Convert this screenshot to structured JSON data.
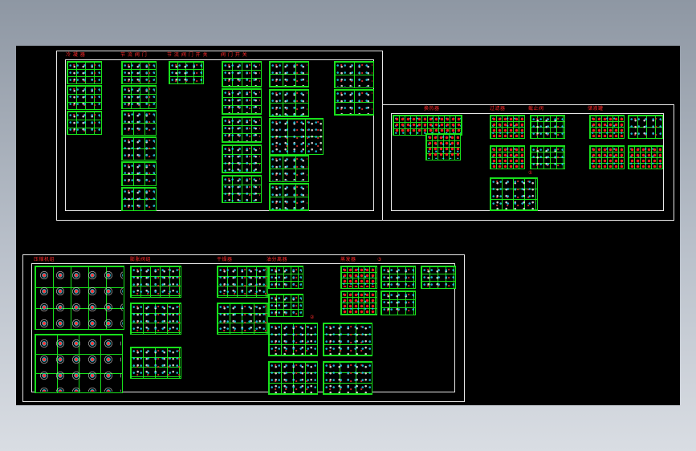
{
  "window": {
    "title": "",
    "background": "#000000",
    "accent_green": "#18e01c",
    "label_red": "#ff2a2a"
  },
  "sheets": {
    "top_left": {
      "labels": [
        "冷 凝 器",
        "节 流 阀 门",
        "节 流 阀 门 开 关",
        "阀 门 开 关"
      ]
    },
    "right": {
      "labels": [
        "换热器",
        "过滤器",
        "截止阀",
        "储液罐"
      ],
      "mark": "①"
    },
    "bottom": {
      "labels": [
        "压缩机组",
        "膨胀阀组",
        "干燥器",
        "油分离器",
        "蒸发器"
      ],
      "mark_a": "②",
      "mark_b": "③"
    }
  }
}
